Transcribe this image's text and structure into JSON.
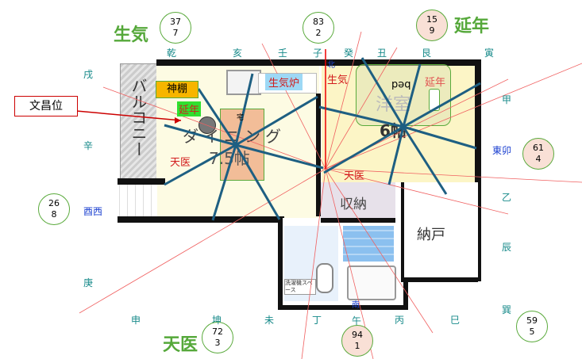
{
  "directions": [
    "乾",
    "亥",
    "壬",
    "子",
    "癸",
    "丑",
    "艮",
    "寅",
    "戌",
    "甲",
    "辛",
    "東卯",
    "酉西",
    "乙",
    "辰",
    "庚",
    "巽",
    "申",
    "坤",
    "未",
    "丁",
    "午",
    "丙",
    "巳",
    "北",
    "南"
  ],
  "big_labels": {
    "shengqi": "生気",
    "yannian": "延年",
    "tianyi": "天医"
  },
  "circles": [
    {
      "top": "37",
      "bottom": "7",
      "pink": false
    },
    {
      "top": "83",
      "bottom": "2",
      "pink": false
    },
    {
      "top": "15",
      "bottom": "9",
      "pink": true
    },
    {
      "top": "61",
      "bottom": "4",
      "pink": true
    },
    {
      "top": "26",
      "bottom": "8",
      "pink": false
    },
    {
      "top": "72",
      "bottom": "3",
      "pink": false
    },
    {
      "top": "94",
      "bottom": "1",
      "pink": true
    },
    {
      "top": "59",
      "bottom": "5",
      "pink": false
    }
  ],
  "callout": "文昌位",
  "rooms": {
    "balcony": "バルコニー",
    "dining": "ダイニング",
    "dining_size": "7.5帖",
    "western": "洋室",
    "western_size": "6帖",
    "storage": "収納",
    "closet": "納戸",
    "bed": "bed",
    "washer": "洗濯機スペース"
  },
  "tags": {
    "shrine": "神棚",
    "yannian_green": "延年",
    "stove": "生気炉",
    "shengqi": "生気",
    "yannian": "延年",
    "tianyi_left": "天医",
    "tianyi_center": "天医",
    "center_mark": "宅"
  },
  "colors": {
    "line_blue": "#1e5f82",
    "line_red": "#f06060",
    "label_green": "#55a83a",
    "dir_teal": "#178a8a",
    "wall": "#111111"
  }
}
